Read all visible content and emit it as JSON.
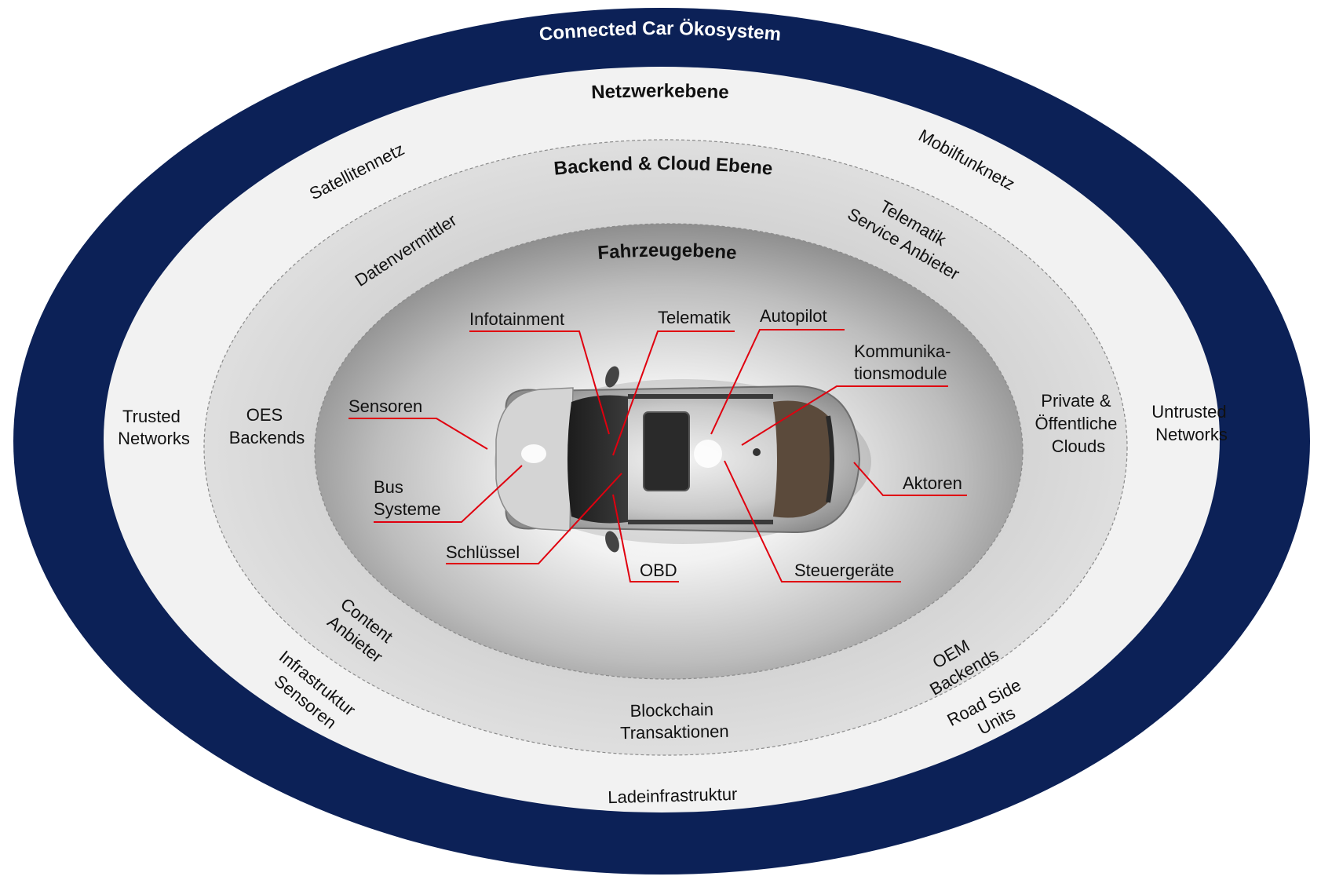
{
  "colors": {
    "outer_ring": "#0c2157",
    "network_layer": "#f2f2f2",
    "backend_layer": "#d9d9d9",
    "vehicle_layer": "#9a9a9a",
    "leader_lines": "#e0000f"
  },
  "ecosystem": {
    "title": "Connected Car Ökosystem"
  },
  "network_layer": {
    "title": "Netzwerkebene",
    "items": {
      "satellitennetz": "Satellitennetz",
      "mobilfunknetz": "Mobilfunknetz",
      "trusted": [
        "Trusted",
        "Networks"
      ],
      "untrusted": [
        "Untrusted",
        "Networks"
      ],
      "infrastruktur": [
        "Infrastruktur",
        "Sensoren"
      ],
      "roadside": [
        "Road Side",
        "Units"
      ],
      "ladeinfrastruktur": "Ladeinfrastruktur"
    }
  },
  "backend_layer": {
    "title": "Backend & Cloud Ebene",
    "items": {
      "datenvermittler": "Datenvermittler",
      "telematik": [
        "Telematik",
        "Service Anbieter"
      ],
      "oes": [
        "OES",
        "Backends"
      ],
      "clouds": [
        "Private &",
        "Öffentliche",
        "Clouds"
      ],
      "content": [
        "Content",
        "Anbieter"
      ],
      "oem": [
        "OEM",
        "Backends"
      ],
      "blockchain": [
        "Blockchain",
        "Transaktionen"
      ]
    }
  },
  "vehicle_layer": {
    "title": "Fahrzeugebene",
    "components": {
      "infotainment": "Infotainment",
      "telematik": "Telematik",
      "autopilot": "Autopilot",
      "kommunikation": [
        "Kommunika-",
        "tionsmodule"
      ],
      "sensoren": "Sensoren",
      "bus": [
        "Bus",
        "Systeme"
      ],
      "schluessel": "Schlüssel",
      "obd": "OBD",
      "steuergeraete": "Steuergeräte",
      "aktoren": "Aktoren"
    }
  }
}
